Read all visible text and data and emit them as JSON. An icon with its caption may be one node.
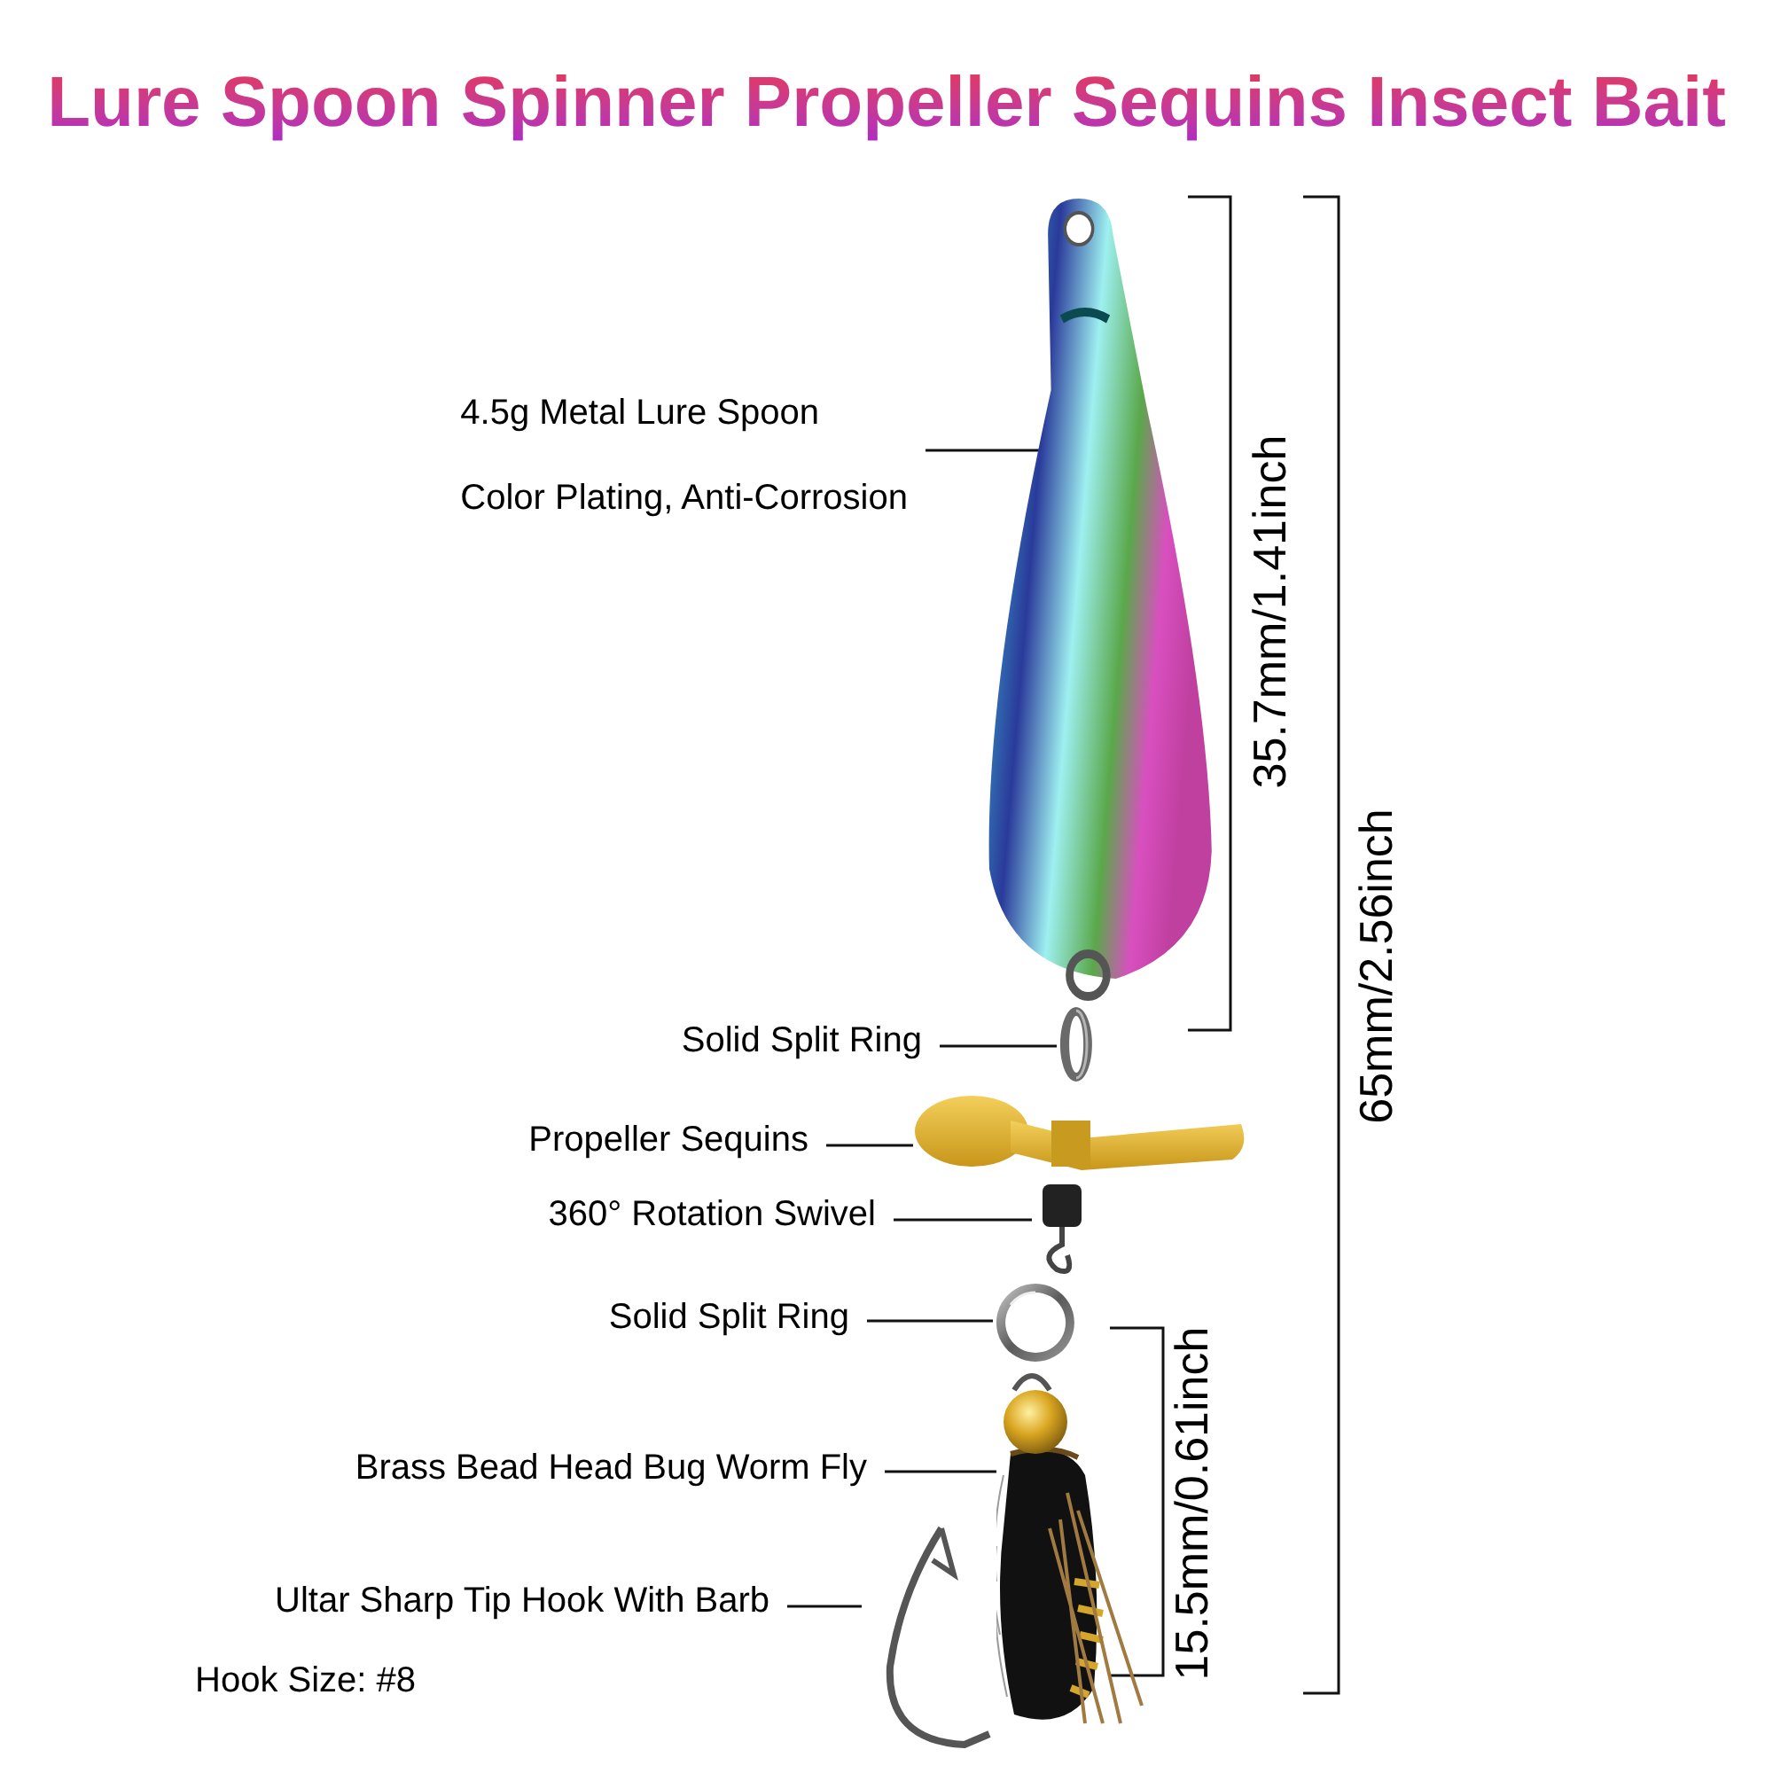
{
  "diagram": {
    "title": "Lure Spoon Spinner Propeller Sequins Insect Bait",
    "nodes": [
      {
        "text": [
          "4.5g Metal Lure Spoon",
          "Color Plating, Anti-Corrosion"
        ]
      },
      {
        "text": [
          "Solid Split Ring"
        ]
      },
      {
        "text": [
          "Propeller Sequins"
        ]
      },
      {
        "text": [
          "360° Rotation Swivel"
        ]
      },
      {
        "text": [
          "Solid Split Ring"
        ]
      },
      {
        "text": [
          "Brass Bead Head Bug Worm Fly"
        ]
      },
      {
        "text": [
          "Ultar Sharp Tip Hook With Barb"
        ]
      },
      {
        "text": [],
        "shape": "picture"
      },
      {
        "text": [],
        "shape": "picture"
      },
      {
        "text": [],
        "shape": "picture"
      },
      {
        "text": [],
        "shape": "picture"
      },
      {
        "text": [],
        "shape": "picture"
      },
      {
        "text": [],
        "shape": "picture"
      },
      {
        "text": [],
        "shape": "picture"
      }
    ],
    "edges": [
      {
        "from": 0,
        "to": 7,
        "arrow": "none"
      },
      {
        "from": 1,
        "to": 8,
        "arrow": "none"
      },
      {
        "from": 2,
        "to": 9,
        "arrow": "none"
      },
      {
        "from": 3,
        "to": 10,
        "arrow": "none"
      },
      {
        "from": 4,
        "to": 11,
        "arrow": "none"
      },
      {
        "from": 5,
        "to": 12,
        "arrow": "none"
      },
      {
        "from": 6,
        "to": 13,
        "arrow": "none"
      }
    ],
    "labels": [
      "35.7mm/1.41inch",
      "65mm/2.56inch",
      "15.5mm/0.61inch",
      "Hook Size: #8"
    ]
  }
}
